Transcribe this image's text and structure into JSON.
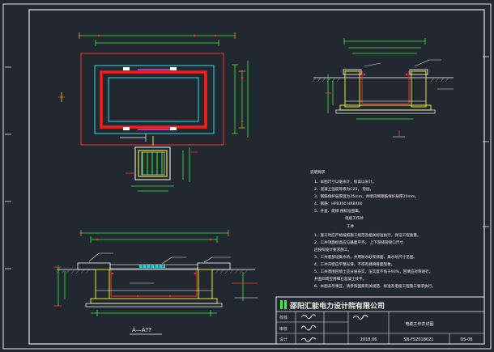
{
  "section_label": "A—A??",
  "company": "邵阳汇能电力设计院有限公司",
  "title_block": {
    "drawing_title": "电缆工作井详图",
    "date": "2018.06",
    "drawing_no": "SN-FS2018021",
    "sheet": "DS-06",
    "sign_row1": "校核",
    "sign_row2": "审核",
    "sign_row3": "设计"
  },
  "notes": {
    "header": "说明要求",
    "items": [
      "1、本图尺寸以毫米计，标高以米计。",
      "2、混凝土强度等级为C25，       垫层。",
      "3、钢筋保护层厚度为35mm，井壁内侧钢筋保护层厚25mm。",
      "4、钢筋：HPB300      HRB400",
      "5、井盖、爬梯        按标准图集。"
    ],
    "sub_header": "电缆工作井",
    "sub_title": "工井",
    "items2": [
      "1、施工时应严格按照施工规范及相关标准执行，保证工程质量。",
      "2、工井顶面标高应与路面平齐，        上下游排管接口尺寸    ",
      "   应按照设计要求施工。",
      "3、工井底部设集水坑，并用防水砂浆抹面，集水坑尺寸见图。",
      "4、工井内壁应平整光滑，不得有蜂窝麻面现象。",
      "5、工井周围回填土应分层夯实，压实度不低于93%，回填应对称进行。",
      "   井盖四周应用细石混凝土找平。",
      "6、本图未尽事宜，请参照国家有关规范、标准及电缆工程施工要求执行。"
    ]
  }
}
